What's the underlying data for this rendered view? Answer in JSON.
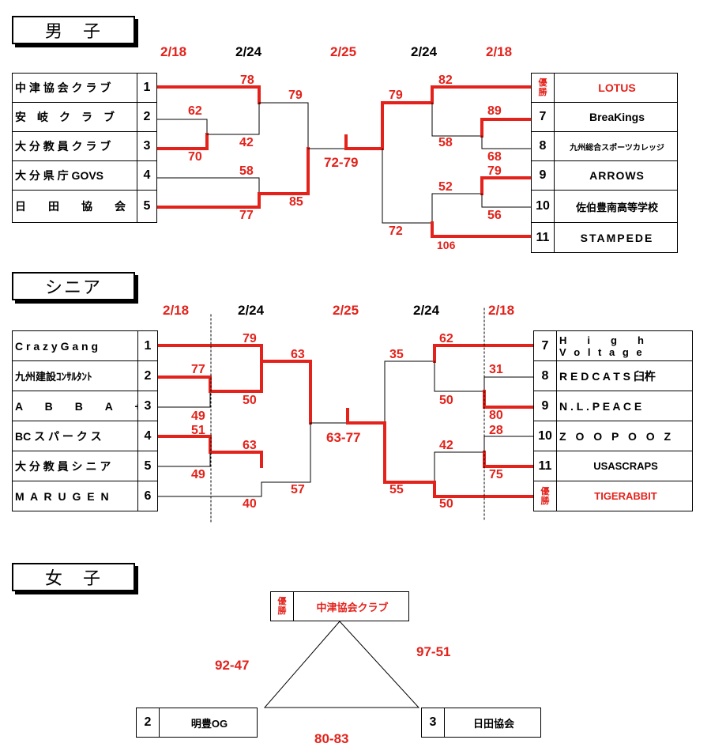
{
  "colors": {
    "win_line": "#e3221b",
    "loss_line": "#000000",
    "score_text": "#e3221b"
  },
  "sections": {
    "men": {
      "title": "男　子"
    },
    "senior": {
      "title": "シニア"
    },
    "women": {
      "title": "女　子"
    }
  },
  "men": {
    "dates": [
      "2/18",
      "2/24",
      "2/25",
      "2/24",
      "2/18"
    ],
    "left_teams": [
      {
        "name": "中 津 協 会 ク ラ ブ",
        "seed": "1"
      },
      {
        "name": "安　岐　ク　ラ　ブ",
        "seed": "2"
      },
      {
        "name": "大 分 教 員 ク ラ ブ",
        "seed": "3"
      },
      {
        "name": "大 分 県 庁 GOVS",
        "seed": "4"
      },
      {
        "name": "日　　田　　協　　会",
        "seed": "5"
      }
    ],
    "right_teams": [
      {
        "name": "LOTUS",
        "seed": "優勝",
        "champion": true
      },
      {
        "name": "BreaKings",
        "seed": "7"
      },
      {
        "name": "九州総合スポーツカレッジ",
        "seed": "8"
      },
      {
        "name": "ARROWS",
        "seed": "9"
      },
      {
        "name": "佐伯豊南高等学校",
        "seed": "10"
      },
      {
        "name": "STAMPEDE",
        "seed": "11"
      }
    ],
    "scores": {
      "l78": "78",
      "l79": "79",
      "l62": "62",
      "l42": "42",
      "l70": "70",
      "l58": "58",
      "l85": "85",
      "l77": "77",
      "final": "72-79",
      "r82": "82",
      "r79a": "79",
      "r89": "89",
      "r58": "58",
      "r68": "68",
      "r79b": "79",
      "r52": "52",
      "r56": "56",
      "r72": "72",
      "r106": "106"
    }
  },
  "senior": {
    "dates": [
      "2/18",
      "2/24",
      "2/25",
      "2/24",
      "2/18"
    ],
    "left_teams": [
      {
        "name": "C r a z y  G a n g",
        "seed": "1"
      },
      {
        "name": "九州建設ｺﾝｻﾙﾀﾝﾄ",
        "seed": "2"
      },
      {
        "name": "A　　B　　B　　A　　+",
        "seed": "3"
      },
      {
        "name": "BC ス パ ー ク ス",
        "seed": "4"
      },
      {
        "name": "大 分 教 員 シ ニ ア",
        "seed": "5"
      },
      {
        "name": "M A R U G E N",
        "seed": "6"
      }
    ],
    "right_teams": [
      {
        "name_line1": "H　　i　　g　　h",
        "name_line2": "V o l t a g e",
        "seed": "7"
      },
      {
        "name": "R E D C A T S 臼杵",
        "seed": "8"
      },
      {
        "name": "N . L . P E A C E",
        "seed": "9"
      },
      {
        "name": "Z O O P O O Z",
        "seed": "10"
      },
      {
        "name": "USASCRAPS",
        "seed": "11"
      },
      {
        "name": "TIGERABBIT",
        "seed": "優勝",
        "champion": true
      }
    ],
    "scores": {
      "l79": "79",
      "l63a": "63",
      "l77": "77",
      "l50": "50",
      "l49a": "49",
      "l51": "51",
      "l63b": "63",
      "l49b": "49",
      "l57": "57",
      "l40": "40",
      "final": "63-77",
      "r35": "35",
      "r62": "62",
      "r31": "31",
      "r50a": "50",
      "r80": "80",
      "r28": "28",
      "r42": "42",
      "r75": "75",
      "r55": "55",
      "r50b": "50"
    }
  },
  "women": {
    "champion": {
      "badge": "優勝",
      "name": "中津協会クラブ"
    },
    "left": {
      "seed": "2",
      "name": "明豊OG"
    },
    "right": {
      "seed": "3",
      "name": "日田協会"
    },
    "scores": {
      "left_side": "92-47",
      "right_side": "97-51",
      "bottom": "80-83"
    }
  }
}
